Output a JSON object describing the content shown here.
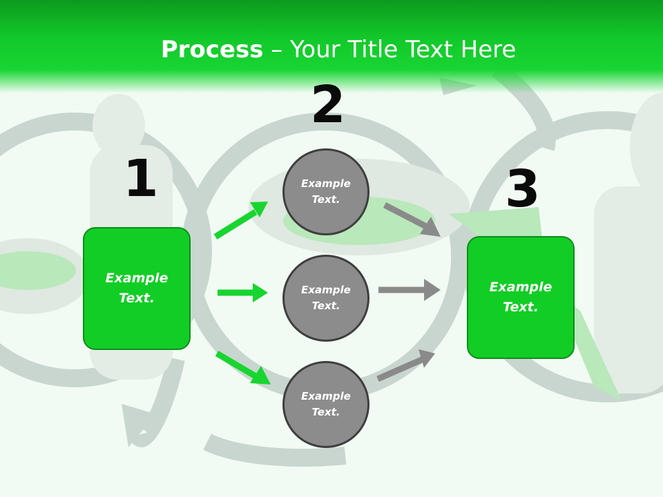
{
  "title": {
    "bold": "Process",
    "rest": " – Your Title Text Here"
  },
  "steps": [
    {
      "number": "1",
      "text": "Example\nText."
    },
    {
      "number": "2",
      "text": ""
    },
    {
      "number": "3",
      "text": "Example\nText."
    }
  ],
  "circles": [
    "Example\nText.",
    "Example\nText.",
    "Example\nText."
  ],
  "colors": {
    "header": "#12c82a",
    "box": "#12cd25",
    "circle": "#8c8c8c",
    "arrow_green": "#18d52f",
    "arrow_gray": "#8a8a8a"
  }
}
